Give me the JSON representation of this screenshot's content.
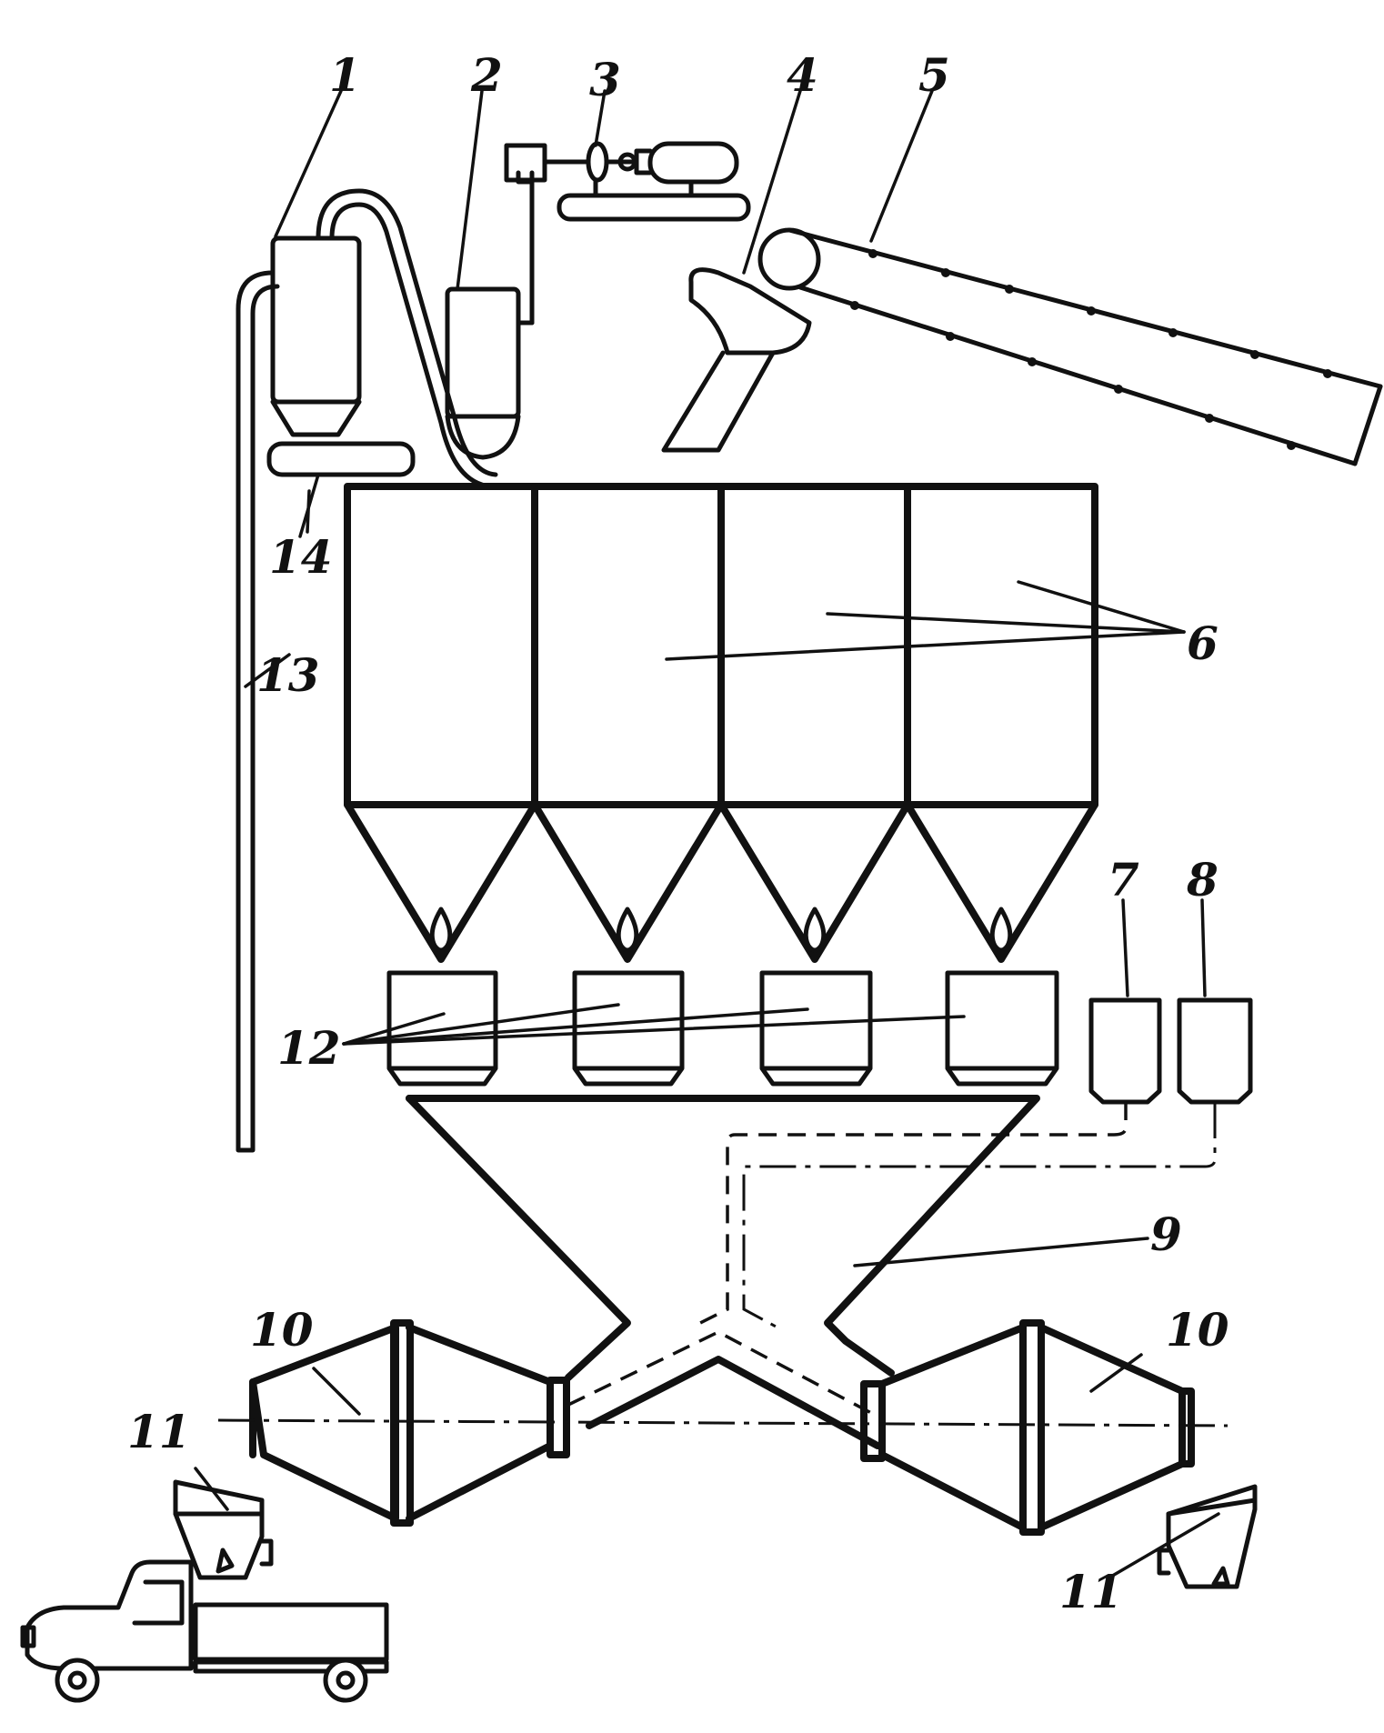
{
  "labels": {
    "l1": "1",
    "l2": "2",
    "l3": "3",
    "l4": "4",
    "l5": "5",
    "l6": "6",
    "l7": "7",
    "l8": "8",
    "l9": "9",
    "l10a": "10",
    "l10b": "10",
    "l11a": "11",
    "l11b": "11",
    "l12": "12",
    "l13": "13",
    "l14": "14"
  }
}
